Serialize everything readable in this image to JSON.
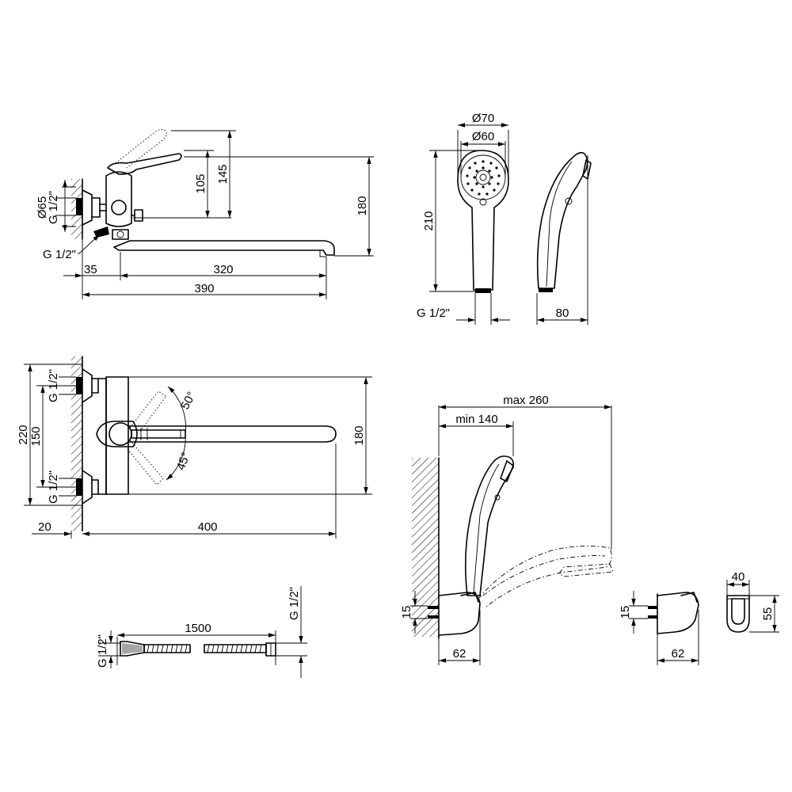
{
  "labels": {
    "top_d65": "Ø65",
    "top_g12_left": "G 1/2\"",
    "top_g12_under": "G 1/2\"",
    "top_h105": "105",
    "top_h145": "145",
    "top_h180": "180",
    "top_w35": "35",
    "top_w320": "320",
    "top_w390": "390",
    "hs_d70": "Ø70",
    "hs_d60": "Ø60",
    "hs_h210": "210",
    "hs_g12": "G 1/2\"",
    "hs_w80": "80",
    "pv_h220": "220",
    "pv_h150": "150",
    "pv_g12_top": "G 1/2\"",
    "pv_g12_bottom": "G 1/2\"",
    "pv_a50": "50°",
    "pv_a45": "45°",
    "pv_h180": "180",
    "pv_w20": "20",
    "pv_w400": "400",
    "hose_len": "1500",
    "hose_g12_left": "G 1/2\"",
    "hose_g12_right": "G 1/2\"",
    "sh_max": "max 260",
    "sh_min": "min 140",
    "sh_h15": "15",
    "sh_w62": "62",
    "hd_h15": "15",
    "hd_w62": "62",
    "hf_w40": "40",
    "hf_h55": "55"
  }
}
